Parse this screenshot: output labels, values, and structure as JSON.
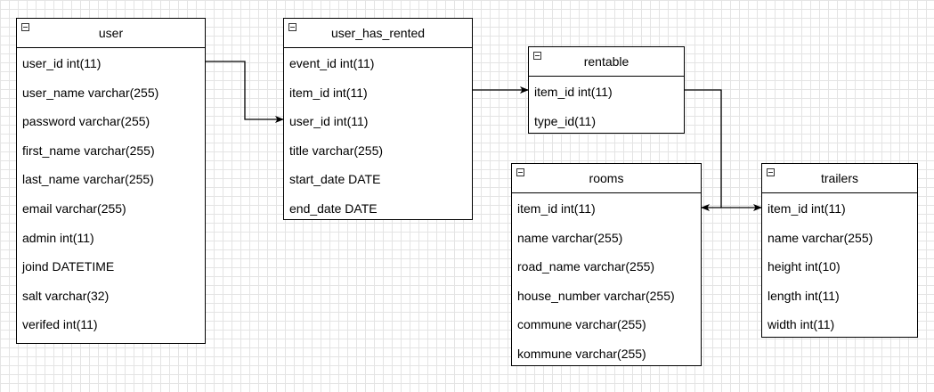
{
  "tables": {
    "user": {
      "name": "user",
      "fields": [
        "user_id int(11)",
        "user_name varchar(255)",
        "password varchar(255)",
        "first_name varchar(255)",
        "last_name varchar(255)",
        "email varchar(255)",
        "admin int(11)",
        "joind DATETIME",
        "salt varchar(32)",
        "verifed int(11)"
      ]
    },
    "user_has_rented": {
      "name": "user_has_rented",
      "fields": [
        "event_id int(11)",
        "item_id int(11)",
        "user_id int(11)",
        "title varchar(255)",
        "start_date DATE",
        "end_date DATE"
      ]
    },
    "rentable": {
      "name": "rentable",
      "fields": [
        "item_id int(11)",
        "type_id(11)"
      ]
    },
    "rooms": {
      "name": "rooms",
      "fields": [
        "item_id int(11)",
        "name varchar(255)",
        "road_name varchar(255)",
        "house_number varchar(255)",
        "commune varchar(255)",
        "kommune varchar(255)"
      ]
    },
    "trailers": {
      "name": "trailers",
      "fields": [
        "item_id int(11)",
        "name varchar(255)",
        "height int(10)",
        "length int(11)",
        "width int(11)"
      ]
    }
  },
  "relationships": [
    {
      "from": "user.user_id",
      "to": "user_has_rented.user_id"
    },
    {
      "from": "user_has_rented.item_id",
      "to": "rentable.item_id"
    },
    {
      "from": "rentable.item_id",
      "to": "rooms.item_id"
    },
    {
      "from": "rentable.item_id",
      "to": "trailers.item_id"
    }
  ]
}
